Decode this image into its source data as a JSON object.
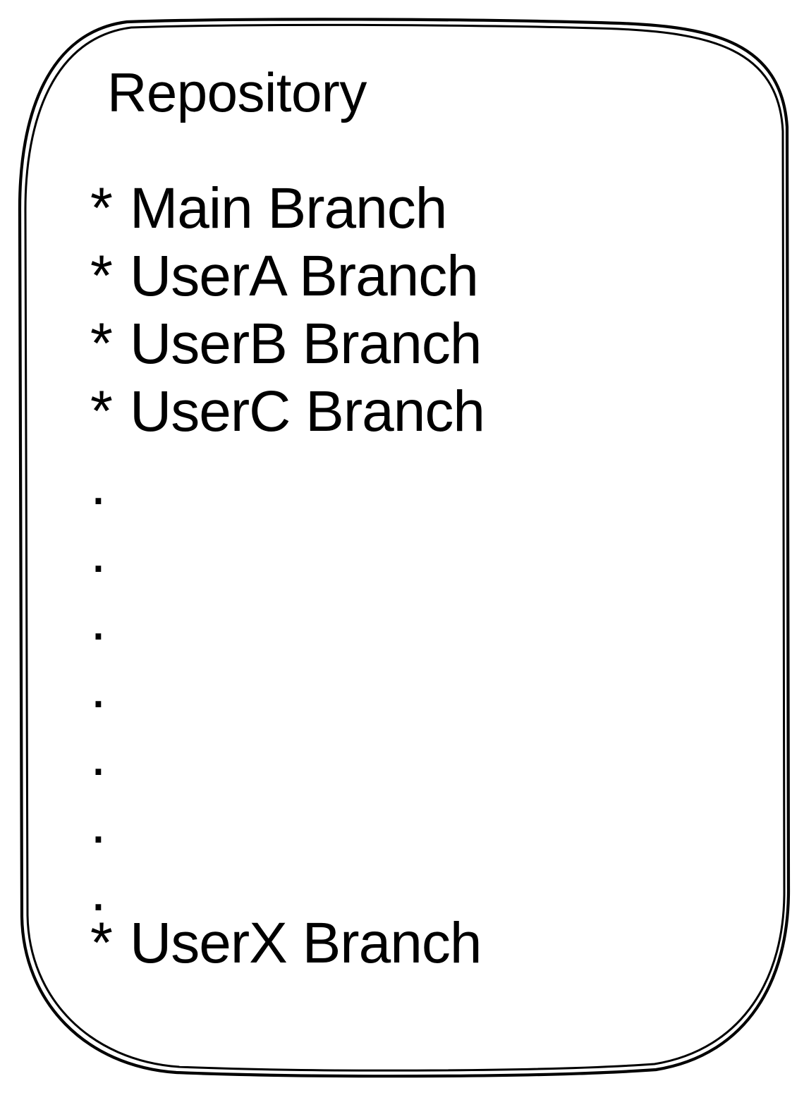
{
  "diagram": {
    "type": "sketch-box-list",
    "background_color": "#ffffff",
    "stroke_color": "#000000",
    "box": {
      "name": "repository-container",
      "style": "hand-drawn rounded rectangle, double stroke"
    },
    "title": "Repository",
    "bullet_symbol": "*",
    "branches": [
      {
        "bullet": "*",
        "label": "Main Branch"
      },
      {
        "bullet": "*",
        "label": "UserA Branch"
      },
      {
        "bullet": "*",
        "label": "UserB Branch"
      },
      {
        "bullet": "*",
        "label": "UserC Branch"
      }
    ],
    "ellipsis": {
      "symbol": ".",
      "count": 7,
      "meaning": "vertical ellipsis indicating additional branches"
    },
    "tail_branch": {
      "bullet": "*",
      "label": "UserX Branch"
    }
  }
}
